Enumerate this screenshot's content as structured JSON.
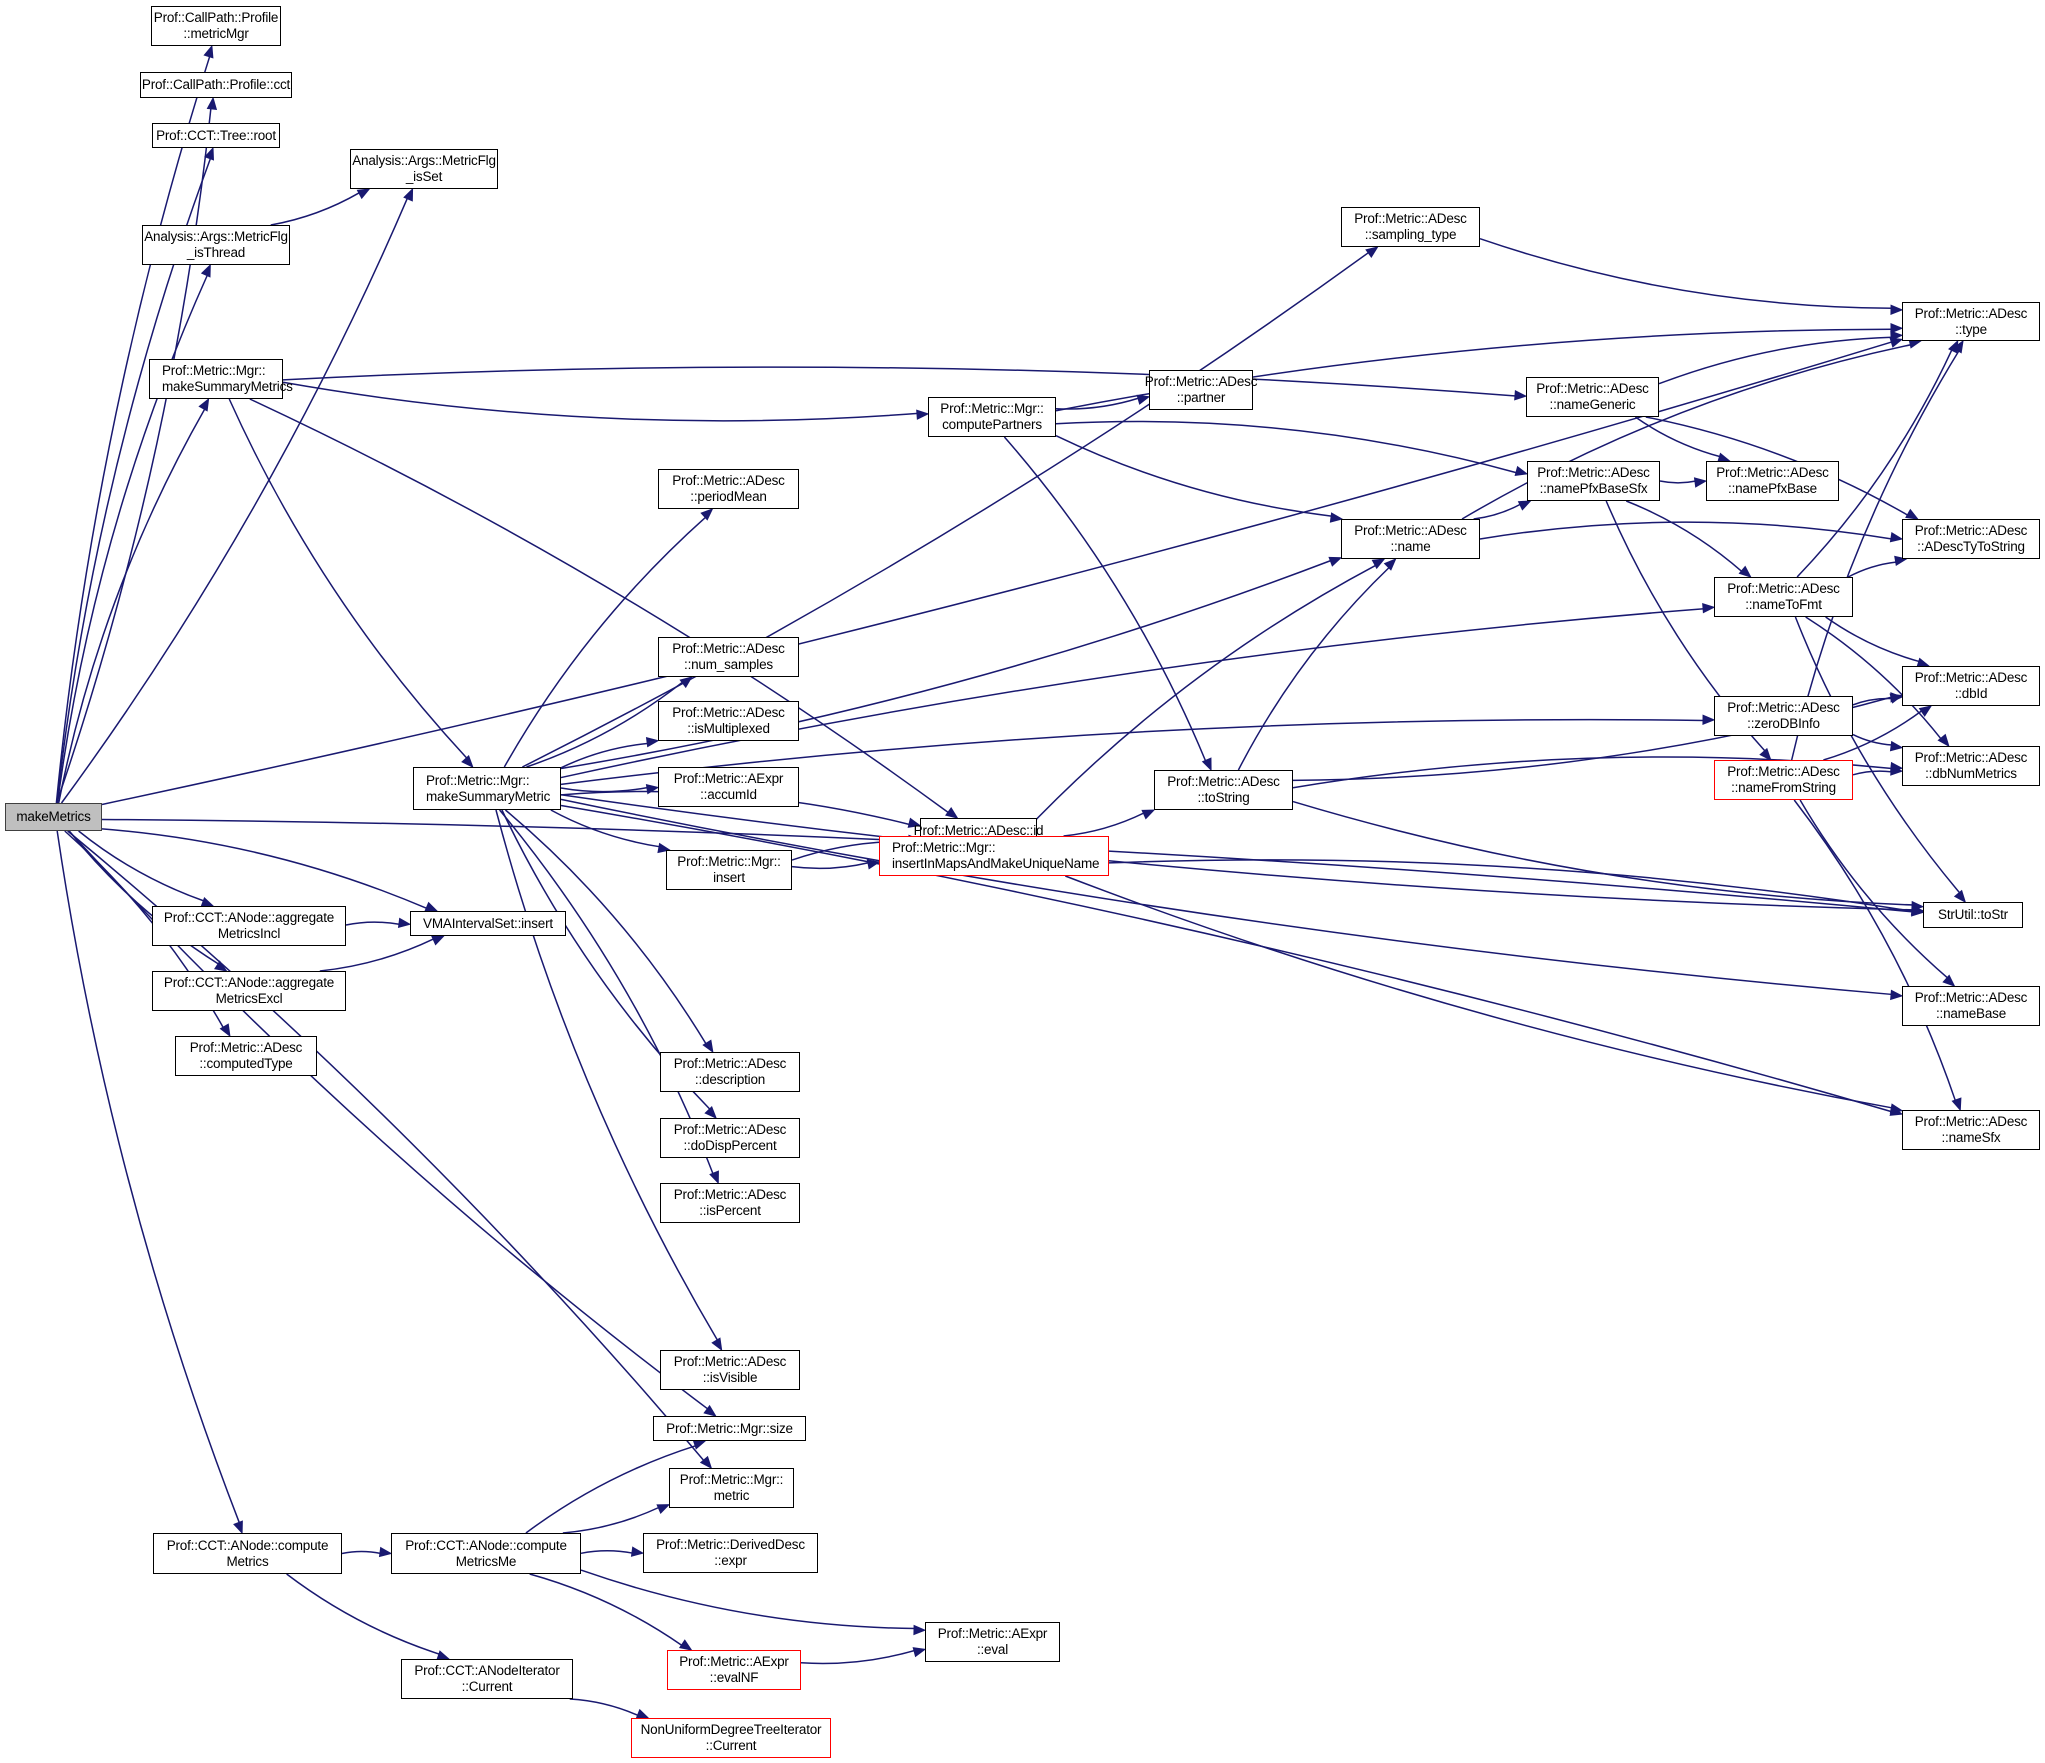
{
  "diagram": {
    "type": "call-graph",
    "root": "makeMetrics",
    "colors": {
      "edge": "#191970",
      "root_fill": "#bfbfbf",
      "truncated_border": "#ff0000",
      "node_border": "#000000"
    },
    "nodes": {
      "makeMetrics": {
        "lines": [
          "makeMetrics"
        ],
        "style": "root"
      },
      "metricMgr": {
        "lines": [
          "Prof::CallPath::Profile",
          "::metricMgr"
        ]
      },
      "cct": {
        "lines": [
          "Prof::CallPath::Profile::cct"
        ]
      },
      "treeRoot": {
        "lines": [
          "Prof::CCT::Tree::root"
        ]
      },
      "isSet": {
        "lines": [
          "Analysis::Args::MetricFlg",
          "_isSet"
        ]
      },
      "isThread": {
        "lines": [
          "Analysis::Args::MetricFlg",
          "_isThread"
        ]
      },
      "makeSummaryMetrics": {
        "lines": [
          "Prof::Metric::Mgr::",
          "makeSummaryMetrics"
        ],
        "align": "left"
      },
      "samplingType": {
        "lines": [
          "Prof::Metric::ADesc",
          "::sampling_type"
        ]
      },
      "type": {
        "lines": [
          "Prof::Metric::ADesc",
          "::type"
        ]
      },
      "computePartners": {
        "lines": [
          "Prof::Metric::Mgr::",
          "computePartners"
        ]
      },
      "partner": {
        "lines": [
          "Prof::Metric::ADesc",
          "::partner"
        ]
      },
      "nameGeneric": {
        "lines": [
          "Prof::Metric::ADesc",
          "::nameGeneric"
        ]
      },
      "periodMean": {
        "lines": [
          "Prof::Metric::ADesc",
          "::periodMean"
        ]
      },
      "namePfxBaseSfx": {
        "lines": [
          "Prof::Metric::ADesc",
          "::namePfxBaseSfx"
        ]
      },
      "namePfxBase": {
        "lines": [
          "Prof::Metric::ADesc",
          "::namePfxBase"
        ]
      },
      "name": {
        "lines": [
          "Prof::Metric::ADesc",
          "::name"
        ]
      },
      "ADescTyToString": {
        "lines": [
          "Prof::Metric::ADesc",
          "::ADescTyToString"
        ]
      },
      "nameToFmt": {
        "lines": [
          "Prof::Metric::ADesc",
          "::nameToFmt"
        ]
      },
      "numSamples": {
        "lines": [
          "Prof::Metric::ADesc",
          "::num_samples"
        ]
      },
      "isMultiplexed": {
        "lines": [
          "Prof::Metric::ADesc",
          "::isMultiplexed"
        ]
      },
      "dbId": {
        "lines": [
          "Prof::Metric::ADesc",
          "::dbId"
        ]
      },
      "zeroDBInfo": {
        "lines": [
          "Prof::Metric::ADesc",
          "::zeroDBInfo"
        ]
      },
      "makeSummaryMetric": {
        "lines": [
          "Prof::Metric::Mgr::",
          "makeSummaryMetric"
        ],
        "align": "left"
      },
      "accumId": {
        "lines": [
          "Prof::Metric::AExpr",
          "::accumId"
        ]
      },
      "toString": {
        "lines": [
          "Prof::Metric::ADesc",
          "::toString"
        ]
      },
      "nameFromString": {
        "lines": [
          "Prof::Metric::ADesc",
          "::nameFromString"
        ],
        "style": "truncated"
      },
      "dbNumMetrics": {
        "lines": [
          "Prof::Metric::ADesc",
          "::dbNumMetrics"
        ]
      },
      "id": {
        "lines": [
          "Prof::Metric::ADesc::id"
        ]
      },
      "insert": {
        "lines": [
          "Prof::Metric::Mgr::",
          "insert"
        ]
      },
      "insertInMaps": {
        "lines": [
          "Prof::Metric::Mgr::",
          "insertInMapsAndMakeUniqueName"
        ],
        "align": "left",
        "style": "truncated"
      },
      "aggIncl": {
        "lines": [
          "Prof::CCT::ANode::aggregate",
          "MetricsIncl"
        ]
      },
      "vmaInsert": {
        "lines": [
          "VMAIntervalSet::insert"
        ]
      },
      "toStr": {
        "lines": [
          "StrUtil::toStr"
        ]
      },
      "aggExcl": {
        "lines": [
          "Prof::CCT::ANode::aggregate",
          "MetricsExcl"
        ]
      },
      "nameBase": {
        "lines": [
          "Prof::Metric::ADesc",
          "::nameBase"
        ]
      },
      "computedType": {
        "lines": [
          "Prof::Metric::ADesc",
          "::computedType"
        ]
      },
      "description": {
        "lines": [
          "Prof::Metric::ADesc",
          "::description"
        ]
      },
      "nameSfx": {
        "lines": [
          "Prof::Metric::ADesc",
          "::nameSfx"
        ]
      },
      "doDispPercent": {
        "lines": [
          "Prof::Metric::ADesc",
          "::doDispPercent"
        ]
      },
      "isPercent": {
        "lines": [
          "Prof::Metric::ADesc",
          "::isPercent"
        ]
      },
      "isVisible": {
        "lines": [
          "Prof::Metric::ADesc",
          "::isVisible"
        ]
      },
      "mgrSize": {
        "lines": [
          "Prof::Metric::Mgr::size"
        ]
      },
      "mgrMetric": {
        "lines": [
          "Prof::Metric::Mgr::",
          "metric"
        ]
      },
      "computeMetrics": {
        "lines": [
          "Prof::CCT::ANode::compute",
          "Metrics"
        ]
      },
      "computeMetricsMe": {
        "lines": [
          "Prof::CCT::ANode::compute",
          "MetricsMe"
        ]
      },
      "derivedExpr": {
        "lines": [
          "Prof::Metric::DerivedDesc",
          "::expr"
        ]
      },
      "eval": {
        "lines": [
          "Prof::Metric::AExpr",
          "::eval"
        ]
      },
      "evalNF": {
        "lines": [
          "Prof::Metric::AExpr",
          "::evalNF"
        ],
        "style": "truncated"
      },
      "aNodeIterCurrent": {
        "lines": [
          "Prof::CCT::ANodeIterator",
          "::Current"
        ]
      },
      "nudtCurrent": {
        "lines": [
          "NonUniformDegreeTreeIterator",
          "::Current"
        ],
        "style": "truncated"
      }
    },
    "edges": [
      [
        "makeMetrics",
        "metricMgr"
      ],
      [
        "makeMetrics",
        "cct"
      ],
      [
        "makeMetrics",
        "treeRoot"
      ],
      [
        "makeMetrics",
        "isSet"
      ],
      [
        "makeMetrics",
        "isThread"
      ],
      [
        "makeMetrics",
        "type"
      ],
      [
        "makeMetrics",
        "makeSummaryMetrics"
      ],
      [
        "makeMetrics",
        "aggIncl"
      ],
      [
        "makeMetrics",
        "vmaInsert"
      ],
      [
        "makeMetrics",
        "aggExcl"
      ],
      [
        "makeMetrics",
        "computedType"
      ],
      [
        "makeMetrics",
        "mgrSize"
      ],
      [
        "makeMetrics",
        "mgrMetric"
      ],
      [
        "makeMetrics",
        "computeMetrics"
      ],
      [
        "makeMetrics",
        "toStr"
      ],
      [
        "isThread",
        "isSet"
      ],
      [
        "makeSummaryMetrics",
        "nameGeneric"
      ],
      [
        "makeSummaryMetrics",
        "computePartners"
      ],
      [
        "makeSummaryMetrics",
        "id"
      ],
      [
        "makeSummaryMetrics",
        "makeSummaryMetric"
      ],
      [
        "computePartners",
        "type"
      ],
      [
        "computePartners",
        "partner"
      ],
      [
        "computePartners",
        "namePfxBaseSfx"
      ],
      [
        "computePartners",
        "name"
      ],
      [
        "computePartners",
        "toString"
      ],
      [
        "samplingType",
        "type"
      ],
      [
        "nameGeneric",
        "type"
      ],
      [
        "nameGeneric",
        "namePfxBase"
      ],
      [
        "nameGeneric",
        "ADescTyToString"
      ],
      [
        "namePfxBaseSfx",
        "namePfxBase"
      ],
      [
        "namePfxBaseSfx",
        "nameToFmt"
      ],
      [
        "namePfxBaseSfx",
        "nameFromString"
      ],
      [
        "name",
        "type"
      ],
      [
        "name",
        "namePfxBaseSfx"
      ],
      [
        "name",
        "ADescTyToString"
      ],
      [
        "nameToFmt",
        "type"
      ],
      [
        "nameToFmt",
        "ADescTyToString"
      ],
      [
        "nameToFmt",
        "dbId"
      ],
      [
        "nameToFmt",
        "dbNumMetrics"
      ],
      [
        "nameToFmt",
        "toStr"
      ],
      [
        "zeroDBInfo",
        "dbId"
      ],
      [
        "zeroDBInfo",
        "dbNumMetrics"
      ],
      [
        "nameFromString",
        "type"
      ],
      [
        "nameFromString",
        "dbId"
      ],
      [
        "nameFromString",
        "dbNumMetrics"
      ],
      [
        "nameFromString",
        "nameBase"
      ],
      [
        "nameFromString",
        "nameSfx"
      ],
      [
        "makeSummaryMetric",
        "samplingType"
      ],
      [
        "makeSummaryMetric",
        "periodMean"
      ],
      [
        "makeSummaryMetric",
        "name"
      ],
      [
        "makeSummaryMetric",
        "nameToFmt"
      ],
      [
        "makeSummaryMetric",
        "numSamples"
      ],
      [
        "makeSummaryMetric",
        "isMultiplexed"
      ],
      [
        "makeSummaryMetric",
        "accumId"
      ],
      [
        "makeSummaryMetric",
        "id"
      ],
      [
        "makeSummaryMetric",
        "insert"
      ],
      [
        "makeSummaryMetric",
        "zeroDBInfo"
      ],
      [
        "makeSummaryMetric",
        "toStr"
      ],
      [
        "makeSummaryMetric",
        "description"
      ],
      [
        "makeSummaryMetric",
        "doDispPercent"
      ],
      [
        "makeSummaryMetric",
        "isPercent"
      ],
      [
        "makeSummaryMetric",
        "nameBase"
      ],
      [
        "makeSummaryMetric",
        "nameSfx"
      ],
      [
        "makeSummaryMetric",
        "isVisible"
      ],
      [
        "toString",
        "name"
      ],
      [
        "toString",
        "dbId"
      ],
      [
        "toString",
        "dbNumMetrics"
      ],
      [
        "toString",
        "toStr"
      ],
      [
        "insert",
        "id"
      ],
      [
        "insert",
        "insertInMaps"
      ],
      [
        "insertInMaps",
        "name"
      ],
      [
        "insertInMaps",
        "toString"
      ],
      [
        "insertInMaps",
        "toStr"
      ],
      [
        "insertInMaps",
        "nameSfx"
      ],
      [
        "aggIncl",
        "vmaInsert"
      ],
      [
        "aggExcl",
        "vmaInsert"
      ],
      [
        "computeMetrics",
        "computeMetricsMe"
      ],
      [
        "computeMetrics",
        "aNodeIterCurrent"
      ],
      [
        "computeMetricsMe",
        "mgrSize"
      ],
      [
        "computeMetricsMe",
        "mgrMetric"
      ],
      [
        "computeMetricsMe",
        "derivedExpr"
      ],
      [
        "computeMetricsMe",
        "eval"
      ],
      [
        "computeMetricsMe",
        "evalNF"
      ],
      [
        "evalNF",
        "eval"
      ],
      [
        "aNodeIterCurrent",
        "nudtCurrent"
      ]
    ]
  }
}
